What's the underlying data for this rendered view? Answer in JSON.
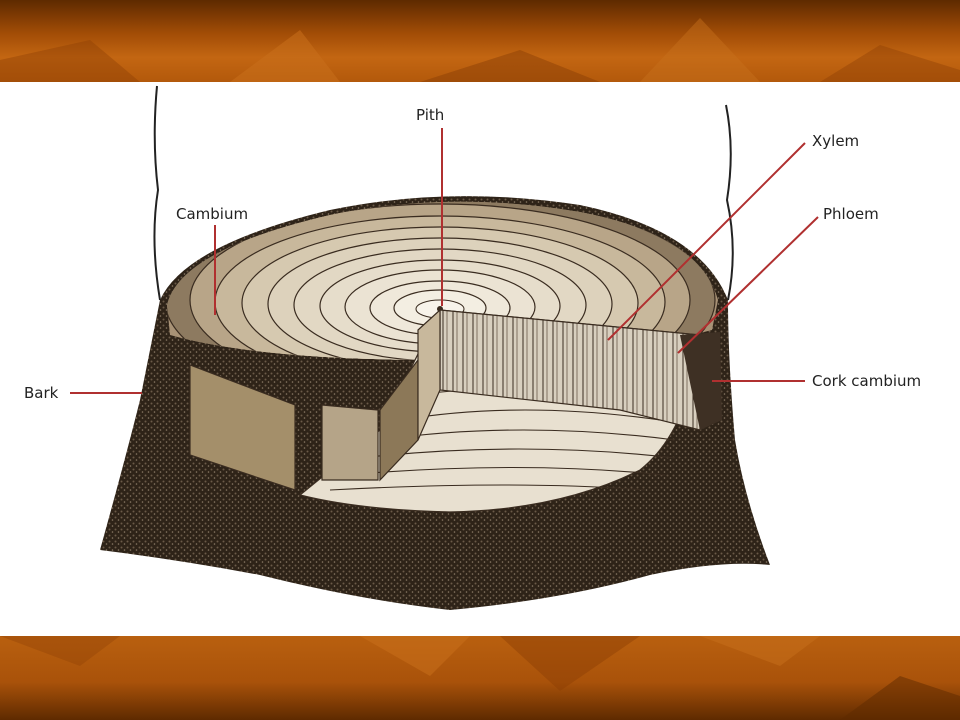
{
  "colors": {
    "band_dark": "#5e2a00",
    "band_mid": "#b3590b",
    "leader_line": "#b03030",
    "bark": "#2e2318",
    "wood_light": "#e8e0d0",
    "wood_mid": "#a89276",
    "ring_line": "#3a2c20"
  },
  "labels": {
    "pith": "Pith",
    "xylem": "Xylem",
    "cambium": "Cambium",
    "phloem": "Phloem",
    "bark": "Bark",
    "cork_cambium": "Cork cambium"
  }
}
